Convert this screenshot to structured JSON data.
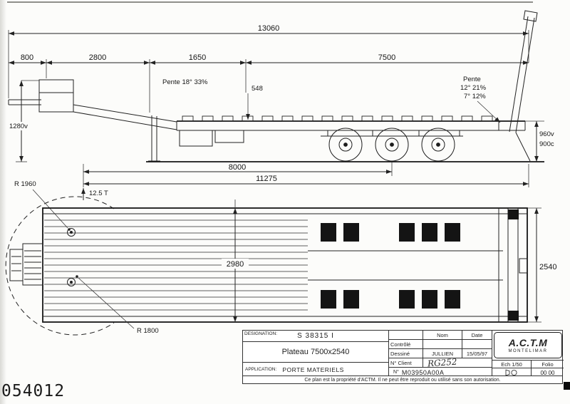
{
  "page": {
    "stamp_number": "054012"
  },
  "side_view": {
    "dim_overall": "13060",
    "dim_800": "800",
    "dim_2800": "2800",
    "dim_1650": "1650",
    "dim_7500": "7500",
    "dim_548": "548",
    "slope_front": "Pente 18°  33%",
    "slope_rear_title": "Pente",
    "slope_rear_line1": "12°  21%",
    "slope_rear_line2": "7°  12%",
    "height_front": "1280v",
    "height_rear_unladen": "960v",
    "height_rear_laden": "900c",
    "dim_8000": "8000",
    "dim_11275": "11275",
    "kingpin_load": "12.5 T"
  },
  "top_view": {
    "radius_front": "R 1960",
    "radius_rear": "R 1800",
    "dim_2980": "2980",
    "dim_width": "2540"
  },
  "title_block": {
    "designation_label": "DESIGNATION:",
    "designation_value": "S 38315 I",
    "plateau": "Plateau 7500x2540",
    "col_nom": "Nom",
    "col_date": "Date",
    "row_controle": "Contrôlé",
    "row_dessine": "Dessiné",
    "dessine_nom": "JULLIEN",
    "dessine_date": "15/05/97",
    "client_label": "N° Client",
    "client_value": "RG252",
    "drawing_no_label": "N°",
    "drawing_no_value": "M03950A00A",
    "scale_label": "Ech  1/50",
    "folio_label": "Folio",
    "folio_value": "00 00",
    "logo_name": "A.C.T.M",
    "logo_city": "MONTELIMAR",
    "application_label": "APPLICATION:",
    "application_value": "PORTE MATERIELS",
    "footer_note": "Ce plan est la propriété d'ACTM. Il ne peut être reproduit ou utilisé sans son autorisation."
  },
  "icons": {
    "projection_symbol": "first-angle-projection"
  }
}
